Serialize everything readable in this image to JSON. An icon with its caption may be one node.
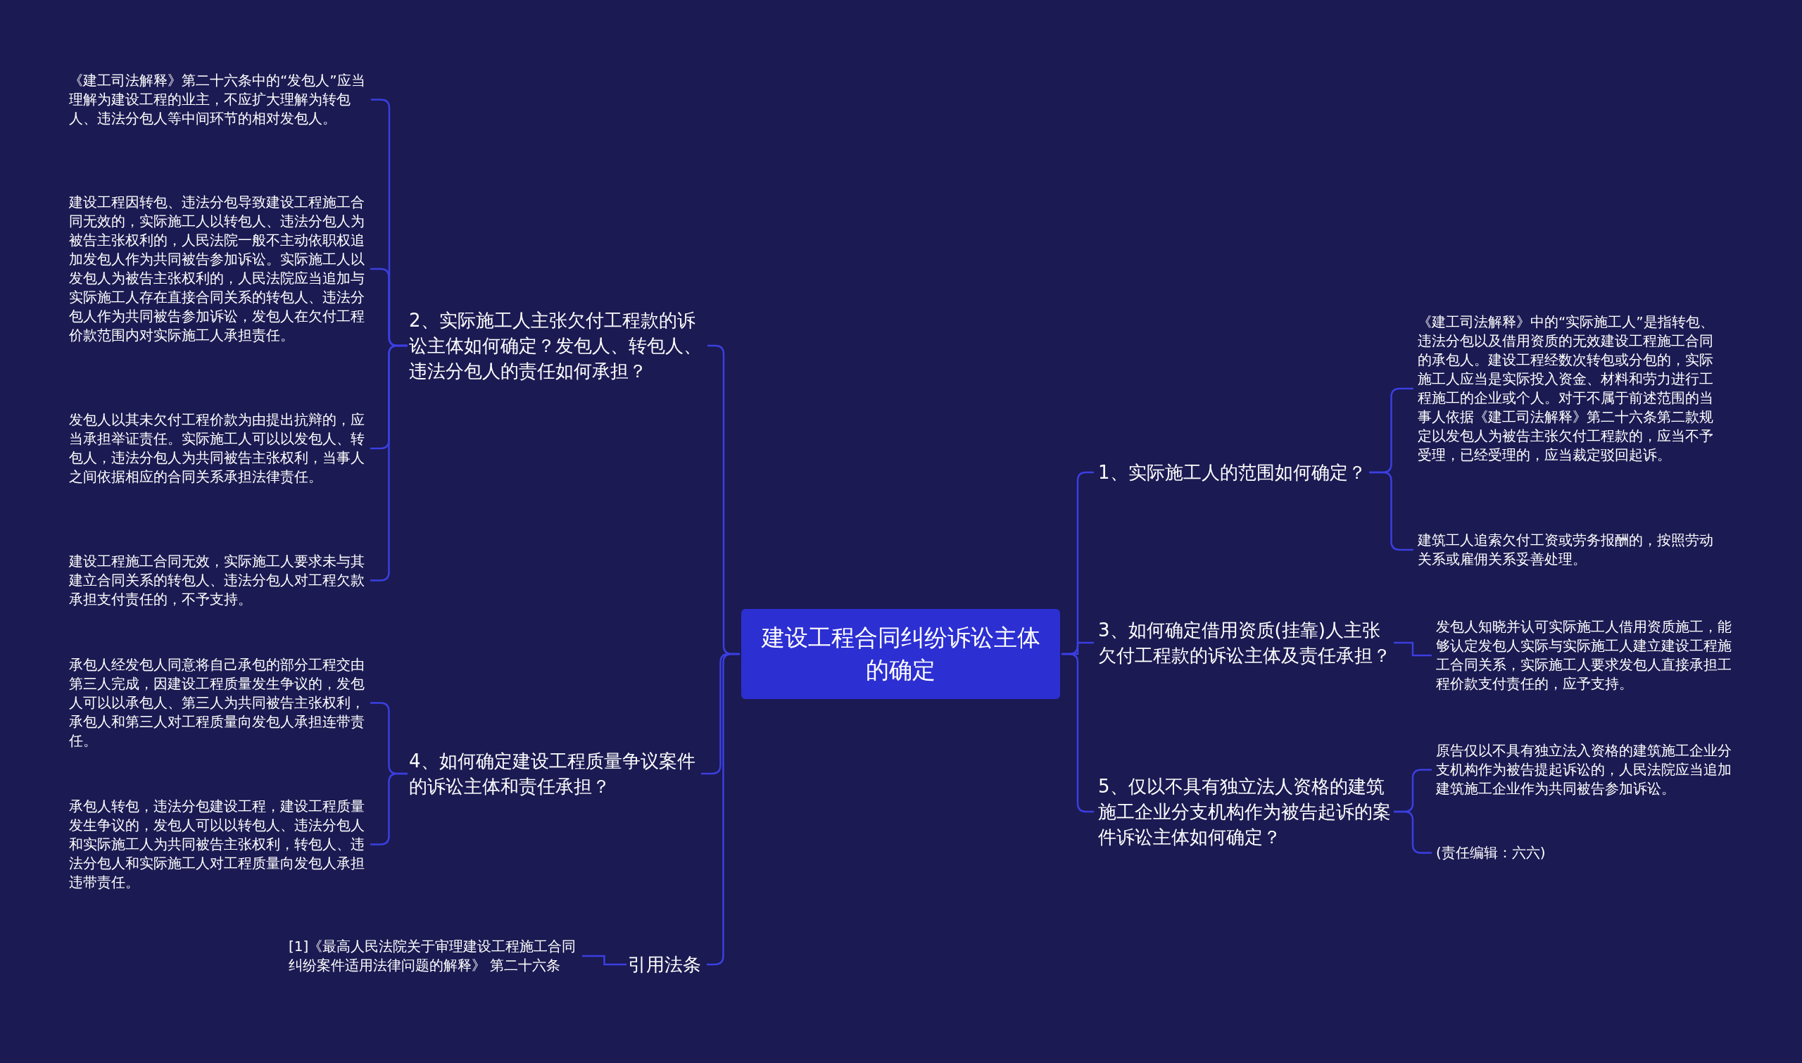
{
  "diagram": {
    "nodes": [
      {
        "text": [
          "建设工程合同纠纷诉讼主体的确定"
        ]
      },
      {
        "text": [
          "2、实际施工人主张欠付工程款的诉讼主体如何确定？发包人、转包人、违法分包人的责任如何承担？"
        ]
      },
      {
        "text": [
          "《建工司法解释》第二十六条中的“发包人”应当理解为建设工程的业主，不应扩大理解为转包人、违法分包人等中间环节的相对发包人。"
        ]
      },
      {
        "text": [
          "建设工程因转包、违法分包导致建设工程施工合同无效的，实际施工人以转包人、违法分包人为被告主张权利的，人民法院一般不主动依职权追加发包人作为共同被告参加诉讼。实际施工人以发包人为被告主张权利的，人民法院应当追加与实际施工人存在直接合同关系的转包人、违法分包人作为共同被告参加诉讼，发包人在欠付工程价款范围内对实际施工人承担责任。"
        ]
      },
      {
        "text": [
          "发包人以其未欠付工程价款为由提出抗辩的，应当承担举证责任。实际施工人可以以发包人、转包人，违法分包人为共同被告主张权利，当事人之间依据相应的合同关系承担法律责任。"
        ]
      },
      {
        "text": [
          "建设工程施工合同无效，实际施工人要求未与其建立合同关系的转包人、违法分包人对工程欠款承担支付责任的，不予支持。"
        ]
      },
      {
        "text": [
          "4、如何确定建设工程质量争议案件的诉讼主体和责任承担？"
        ]
      },
      {
        "text": [
          "承包人经发包人同意将自己承包的部分工程交由第三人完成，因建设工程质量发生争议的，发包人可以以承包人、第三人为共同被告主张权利，承包人和第三人对工程质量向发包人承担连带责任。"
        ]
      },
      {
        "text": [
          "承包人转包，违法分包建设工程，建设工程质量发生争议的，发包人可以以转包人、违法分包人和实际施工人为共同被告主张权利，转包人、违法分包人和实际施工人对工程质量向发包人承担违带责任。"
        ]
      },
      {
        "text": [
          "引用法条"
        ]
      },
      {
        "text": [
          "[1]《最高人民法院关于审理建设工程施工合同纠纷案件适用法律问题的解释》 第二十六条"
        ]
      },
      {
        "text": [
          "1、实际施工人的范围如何确定？"
        ]
      },
      {
        "text": [
          "《建工司法解释》中的“实际施工人”是指转包、违法分包以及借用资质的无效建设工程施工合同的承包人。建设工程经数次转包或分包的，实际施工人应当是实际投入资金、材料和劳力进行工程施工的企业或个人。对于不属于前述范围的当事人依据《建工司法解释》第二十六条第二款规定以发包人为被告主张欠付工程款的，应当不予受理，已经受理的，应当裁定驳回起诉。"
        ]
      },
      {
        "text": [
          "建筑工人追索欠付工资或劳务报酬的，按照劳动关系或雇佣关系妥善处理。"
        ]
      },
      {
        "text": [
          "3、如何确定借用资质(挂靠)人主张欠付工程款的诉讼主体及责任承担？"
        ]
      },
      {
        "text": [
          "发包人知晓并认可实际施工人借用资质施工，能够认定发包人实际与实际施工人建立建设工程施工合同关系，实际施工人要求发包人直接承担工程价款支付责任的，应予支持。"
        ]
      },
      {
        "text": [
          "5、仅以不具有独立法人资格的建筑施工企业分支机构作为被告起诉的案件诉讼主体如何确定？"
        ]
      },
      {
        "text": [
          "原告仅以不具有独立法入资格的建筑施工企业分支机构作为被告提起诉讼的，人民法院应当追加建筑施工企业作为共同被告参加诉讼。"
        ]
      },
      {
        "text": [
          "(责任编辑：六六)"
        ]
      }
    ],
    "edges": [
      {
        "from": 0,
        "to": 1,
        "arrow": "none"
      },
      {
        "from": 1,
        "to": 2,
        "arrow": "none"
      },
      {
        "from": 1,
        "to": 3,
        "arrow": "none"
      },
      {
        "from": 1,
        "to": 4,
        "arrow": "none"
      },
      {
        "from": 1,
        "to": 5,
        "arrow": "none"
      },
      {
        "from": 0,
        "to": 6,
        "arrow": "none"
      },
      {
        "from": 6,
        "to": 7,
        "arrow": "none"
      },
      {
        "from": 6,
        "to": 8,
        "arrow": "none"
      },
      {
        "from": 0,
        "to": 9,
        "arrow": "none"
      },
      {
        "from": 9,
        "to": 10,
        "arrow": "none"
      },
      {
        "from": 0,
        "to": 11,
        "arrow": "none"
      },
      {
        "from": 11,
        "to": 12,
        "arrow": "none"
      },
      {
        "from": 11,
        "to": 13,
        "arrow": "none"
      },
      {
        "from": 0,
        "to": 14,
        "arrow": "none"
      },
      {
        "from": 14,
        "to": 15,
        "arrow": "none"
      },
      {
        "from": 0,
        "to": 16,
        "arrow": "none"
      },
      {
        "from": 16,
        "to": 17,
        "arrow": "none"
      },
      {
        "from": 16,
        "to": 18,
        "arrow": "none"
      }
    ]
  }
}
